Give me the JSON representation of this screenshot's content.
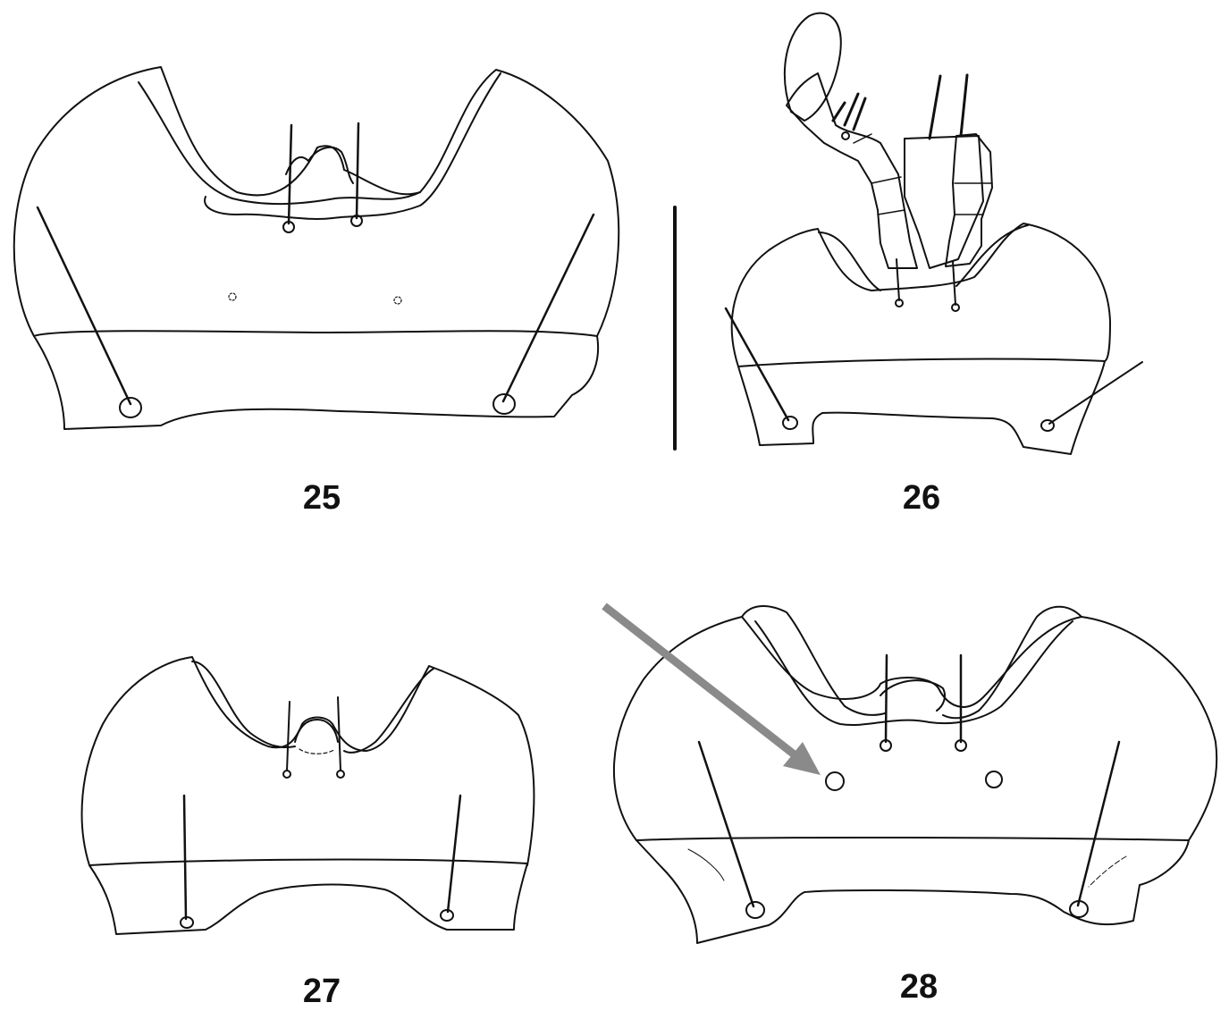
{
  "plate": {
    "figures": [
      {
        "id": "fig-25",
        "label": "25"
      },
      {
        "id": "fig-26",
        "label": "26"
      },
      {
        "id": "fig-27",
        "label": "27"
      },
      {
        "id": "fig-28",
        "label": "28"
      }
    ],
    "colors": {
      "ink": "#111111",
      "arrow": "#8a8a8a",
      "background": "#ffffff"
    }
  }
}
